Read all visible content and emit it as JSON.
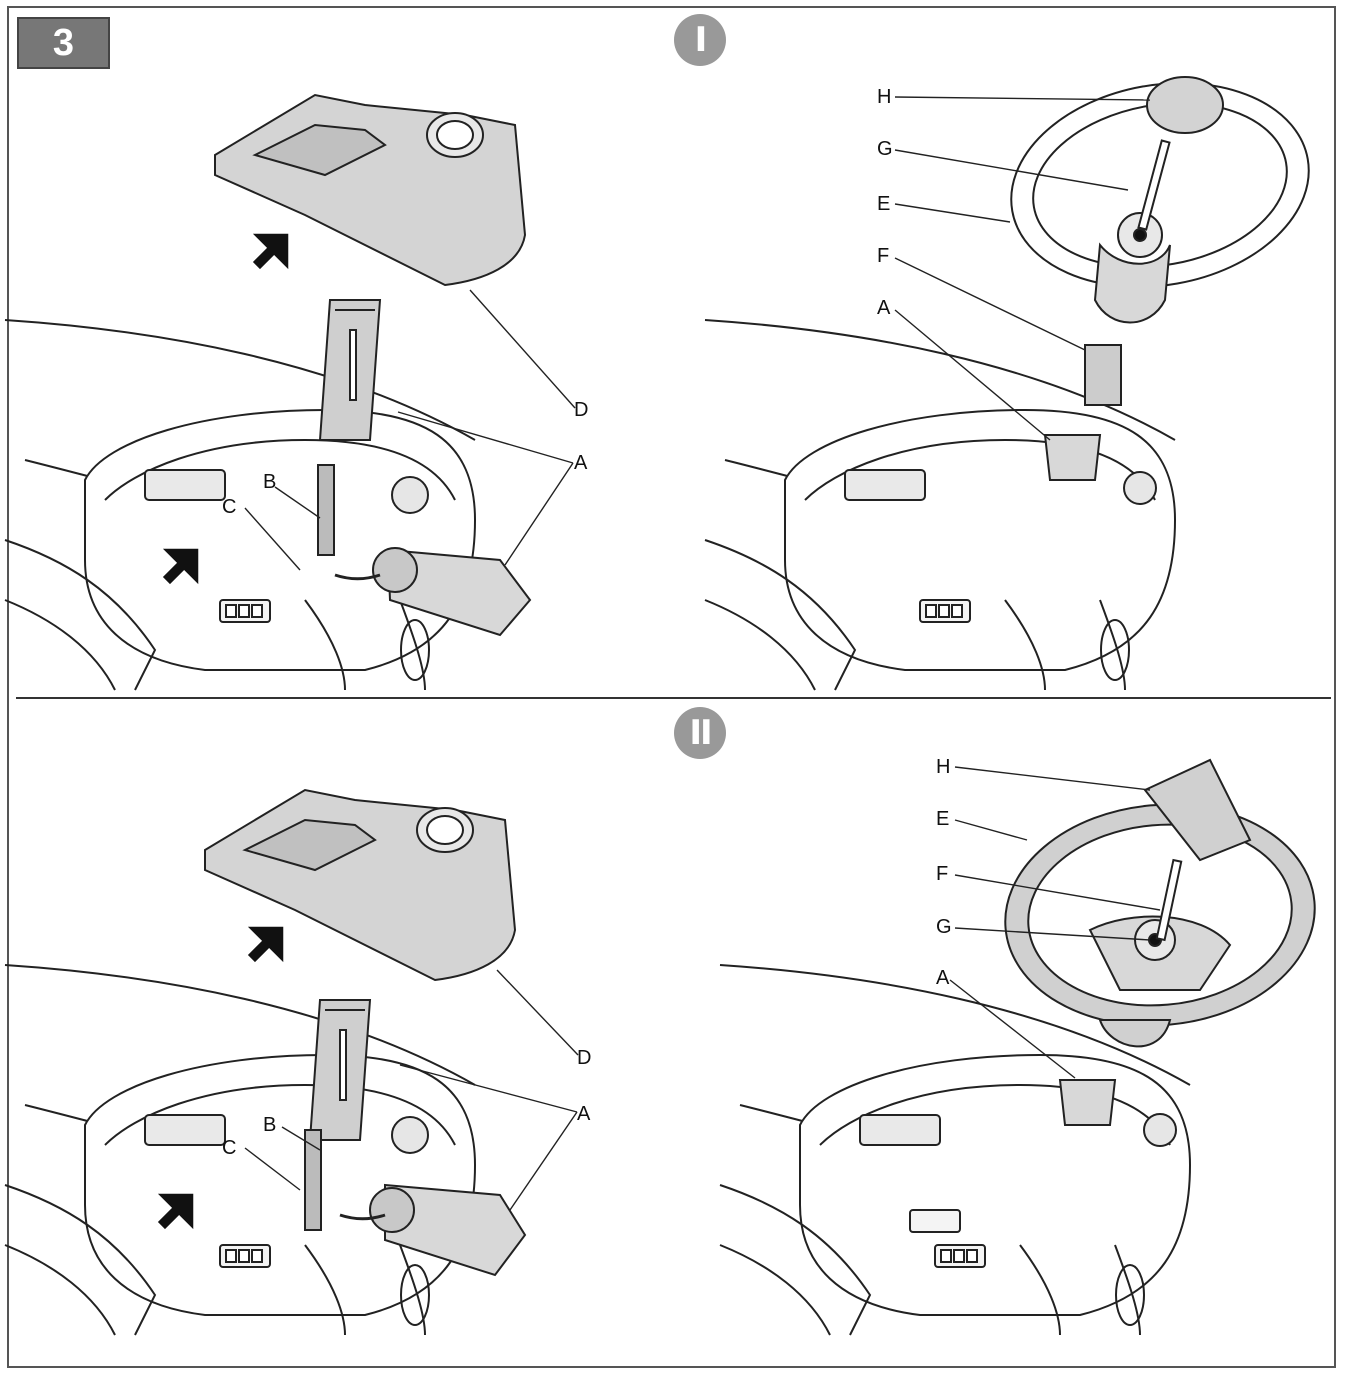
{
  "step_number": "3",
  "panels": [
    {
      "roman": "I",
      "left_labels": [
        "D",
        "A",
        "B",
        "C"
      ],
      "right_labels": [
        "H",
        "G",
        "E",
        "F",
        "A"
      ]
    },
    {
      "roman": "II",
      "left_labels": [
        "D",
        "A",
        "B",
        "C"
      ],
      "right_labels": [
        "H",
        "E",
        "F",
        "G",
        "A"
      ]
    }
  ]
}
